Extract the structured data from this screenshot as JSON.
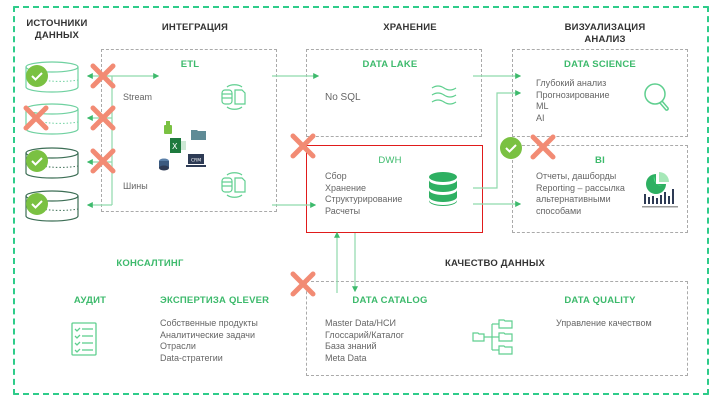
{
  "columns": {
    "sources": "ИСТОЧНИКИ\nДАННЫХ",
    "integration": "ИНТЕГРАЦИЯ",
    "storage": "ХРАНЕНИЕ",
    "visualization": "ВИЗУАЛИЗАЦИЯ\nАНАЛИЗ"
  },
  "sources": {
    "items": [
      {
        "status": "ok",
        "blocked": true
      },
      {
        "status": "blocked",
        "blocked": true
      },
      {
        "status": "ok",
        "blocked": true
      },
      {
        "status": "ok",
        "blocked": false
      }
    ]
  },
  "integration": {
    "title": "ETL",
    "stream_label": "Stream",
    "bus_label": "Шины",
    "file_icons": [
      "plug-icon",
      "excel-icon",
      "folder-icon",
      "database-icon",
      "crm-laptop-icon"
    ]
  },
  "storage": {
    "data_lake": {
      "title": "DATA LAKE",
      "text": "No SQL"
    },
    "dwh": {
      "title": "DWH",
      "items": [
        "Сбор",
        "Хранение",
        "Структурирование",
        "Расчеты"
      ]
    }
  },
  "visualization": {
    "data_science": {
      "title": "DATA SCIENCE",
      "items": [
        "Глубокий анализ",
        "Прогнозирование",
        "ML",
        "AI"
      ]
    },
    "bi": {
      "title": "BI",
      "items": [
        "Отчеты, дашборды",
        "Reporting – рассылка",
        "альтернативными",
        "способами"
      ]
    }
  },
  "consulting": {
    "title": "КОНСАЛТИНГ",
    "audit": {
      "title": "АУДИТ"
    },
    "expertise": {
      "title": "ЭКСПЕРТИЗА QLEVER",
      "items": [
        "Собственные продукты",
        "Аналитические задачи",
        "Отрасли",
        "Data-стратегии"
      ]
    }
  },
  "quality": {
    "title": "КАЧЕСТВО ДАННЫХ",
    "catalog": {
      "title": "DATA CATALOG",
      "items": [
        "Master Data/НСИ",
        "Глоссарий/Каталог",
        "База знаний",
        "Meta Data"
      ]
    },
    "dq": {
      "title": "DATA QUALITY",
      "items": [
        "Управление качеством"
      ]
    }
  },
  "colors": {
    "accent": "#3dba6c",
    "outer_border": "#2ecc8a",
    "cross": "#f28b74",
    "check": "#7ac142",
    "highlight": "#e01b1b"
  }
}
